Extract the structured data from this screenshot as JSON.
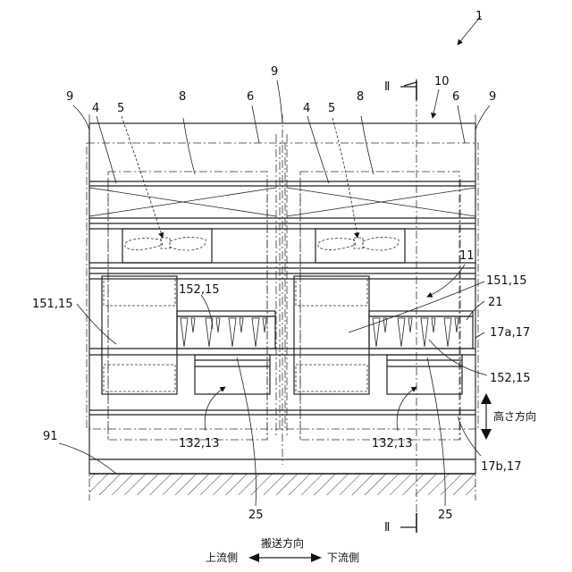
{
  "labels": {
    "device": "1",
    "unit_left": "9",
    "unit_mid": "9",
    "unit_right": "9",
    "section_top": "Ⅱ",
    "section_bottom": "Ⅱ",
    "casing": "10",
    "part4_left": "4",
    "part5_left": "5",
    "part8_left": "8",
    "part6_left": "6",
    "part4_right": "4",
    "part5_right": "5",
    "part8_right": "8",
    "part6_right": "6",
    "part11": "11",
    "nozzle_left": "151,15",
    "nozzle_right": "151,15",
    "fins_left": "152,15",
    "fins_right": "152,15",
    "part21": "21",
    "rail_upper": "17a,17",
    "rail_lower": "17b,17",
    "height_dir": "高さ方向",
    "floor": "91",
    "block_left": "132,13",
    "block_right": "132,13",
    "part25_left": "25",
    "part25_right": "25",
    "conveyance": "搬送方向",
    "upstream": "上流側",
    "downstream": "下流側"
  }
}
